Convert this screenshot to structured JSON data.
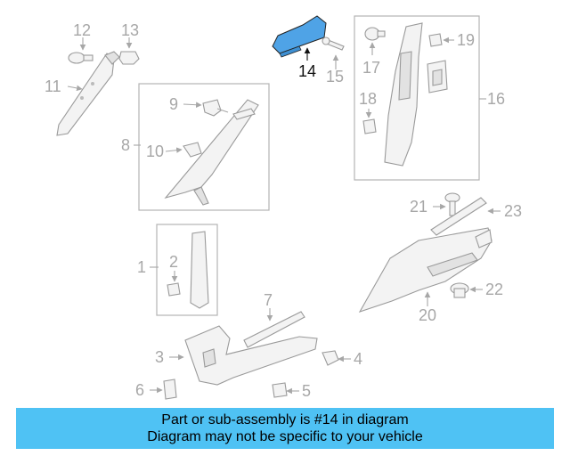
{
  "callouts": {
    "c1": "1",
    "c2": "2",
    "c3": "3",
    "c4": "4",
    "c5": "5",
    "c6": "6",
    "c7": "7",
    "c8": "8",
    "c9": "9",
    "c10": "10",
    "c11": "11",
    "c12": "12",
    "c13": "13",
    "c14": "14",
    "c15": "15",
    "c16": "16",
    "c17": "17",
    "c18": "18",
    "c19": "19",
    "c20": "20",
    "c21": "21",
    "c22": "22",
    "c23": "23"
  },
  "highlight": {
    "part_number": "14",
    "color": "#4fa3e6"
  },
  "banner": {
    "line1": "Part or sub-assembly is #14 in diagram",
    "line2": "Diagram may not be specific to your vehicle",
    "color": "#4fc2f4"
  }
}
